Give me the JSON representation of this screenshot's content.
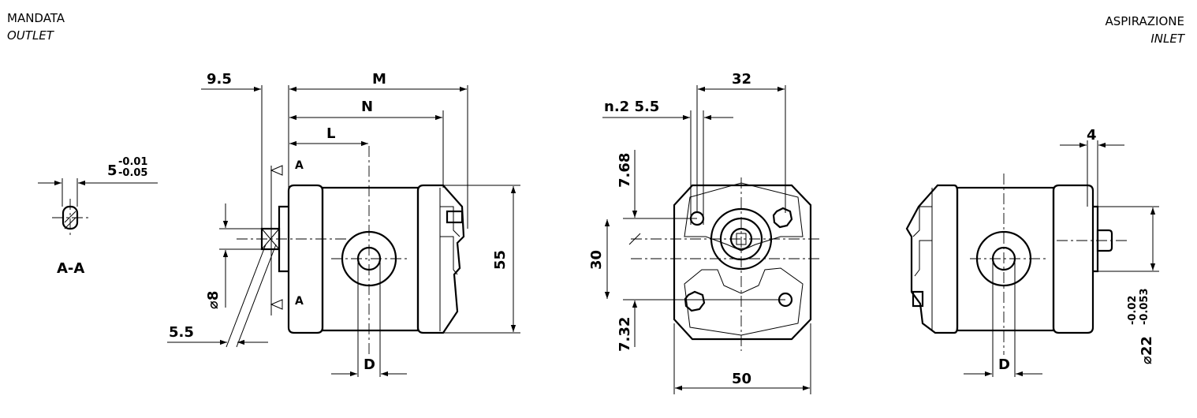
{
  "labels": {
    "outlet_it": "MANDATA",
    "outlet_en": "OUTLET",
    "inlet_it": "ASPIRAZIONE",
    "inlet_en": "INLET"
  },
  "section": {
    "name": "A-A",
    "marker": "A",
    "key_width": "5",
    "key_tol_upper": "-0.01",
    "key_tol_lower": "-0.05"
  },
  "side_view": {
    "dim_9_5": "9.5",
    "dim_M": "M",
    "dim_N": "N",
    "dim_L": "L",
    "dim_55": "55",
    "dim_phi8": "⌀8",
    "dim_5_5": "5.5",
    "dim_D": "D"
  },
  "front_view": {
    "dim_32": "32",
    "dim_holes": "n.2  5.5",
    "dim_7_68": "7.68",
    "dim_30": "30",
    "dim_7_32": "7.32",
    "dim_50": "50"
  },
  "rear_view": {
    "dim_4": "4",
    "dim_D": "D",
    "shaft_dia": "⌀22",
    "shaft_tol_upper": "-0.02",
    "shaft_tol_lower": "-0.053"
  }
}
